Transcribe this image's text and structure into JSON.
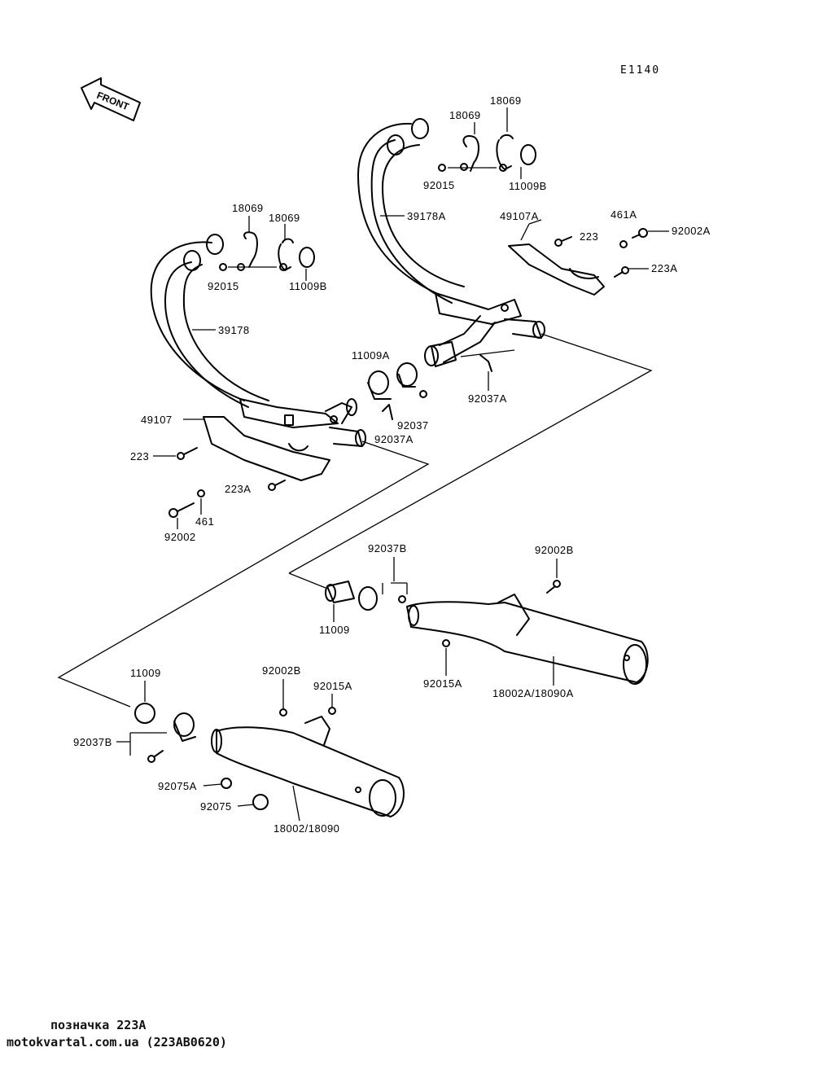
{
  "diagram_code": "E1140",
  "front_label": "FRONT",
  "labels": {
    "l18069a": "18069",
    "l18069b": "18069",
    "l92015a": "92015",
    "l11009b_a": "11009B",
    "l18069c": "18069",
    "l18069d": "18069",
    "l92015b": "92015",
    "l11009b_b": "11009B",
    "l39178a": "39178A",
    "l49107a": "49107A",
    "l223_top": "223",
    "l461a": "461A",
    "l92002a": "92002A",
    "l223a_top": "223A",
    "l39178": "39178",
    "l11009a": "11009A",
    "l92037a_r": "92037A",
    "l92037": "92037",
    "l92037a_c": "92037A",
    "l49107": "49107",
    "l223_left": "223",
    "l223a_left": "223A",
    "l461": "461",
    "l92002": "92002",
    "l92037b_r": "92037B",
    "l92002b_r": "92002B",
    "l11009_r": "11009",
    "l92015a_r": "92015A",
    "l18002a": "18002A/18090A",
    "l11009_l": "11009",
    "l92002b_l": "92002B",
    "l92015a_l": "92015A",
    "l92037b_l": "92037B",
    "l92075a": "92075A",
    "l92075": "92075",
    "l18002": "18002/18090"
  },
  "caption": {
    "line1": "позначка 223A",
    "line2": "motokvartal.com.ua (223AB0620)"
  }
}
